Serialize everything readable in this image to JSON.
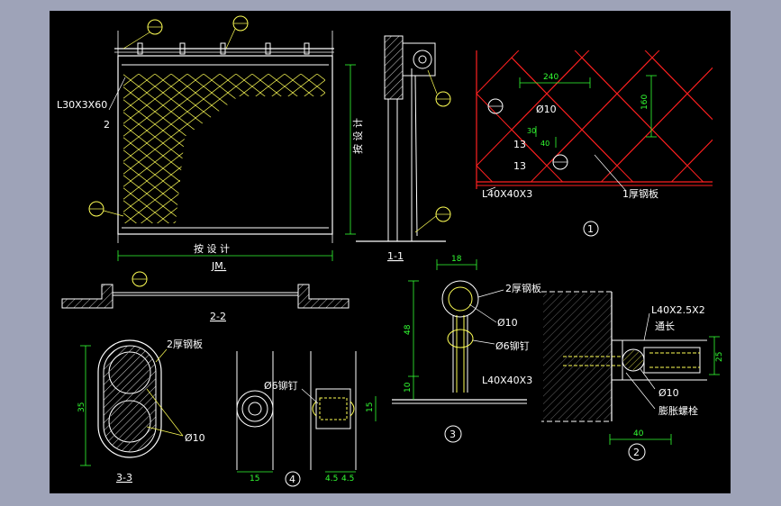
{
  "colors": {
    "background": "#9ea3b8",
    "canvas": "#000000",
    "line_white": "#ffffff",
    "line_yellow": "#ffff55",
    "line_red": "#ff2020",
    "dim_green": "#33ff33"
  },
  "elevation": {
    "angle_label": "L30X3X60",
    "small_2": "2",
    "width_label": "按 设 计",
    "height_label": "按 设 计",
    "title": "JM."
  },
  "section_1_1": {
    "title": "1-1"
  },
  "section_2_2": {
    "title": "2-2"
  },
  "section_3_3": {
    "title": "3-3",
    "plate": "2厚钢板",
    "dia": "Ø10",
    "dim_35": "35"
  },
  "detail_1": {
    "number": "1",
    "dim_240": "240",
    "dim_160": "160",
    "dia": "Ø10",
    "angle": "L40X40X3",
    "plate": "1厚钢板",
    "label_13a": "13",
    "label_13b": "13",
    "dim_40": "40",
    "dim_30": "30"
  },
  "detail_3": {
    "number": "3",
    "plate": "2厚钢板",
    "dia": "Ø10",
    "rivet": "Ø6铆钉",
    "angle": "L40X40X3",
    "dim_18": "18",
    "dim_48": "48",
    "dim_10": "10"
  },
  "detail_4": {
    "number": "4",
    "rivet": "Ø6铆钉",
    "dim_15": "15",
    "dim_4_5a": "4.5",
    "dim_4_5b": "4.5",
    "dim_15v": "15"
  },
  "detail_2": {
    "number": "2",
    "angle": "L40X2.5X2",
    "through": "通长",
    "dia": "Ø10",
    "bolt": "膨胀螺栓",
    "dim_40": "40",
    "dim_25": "25"
  }
}
